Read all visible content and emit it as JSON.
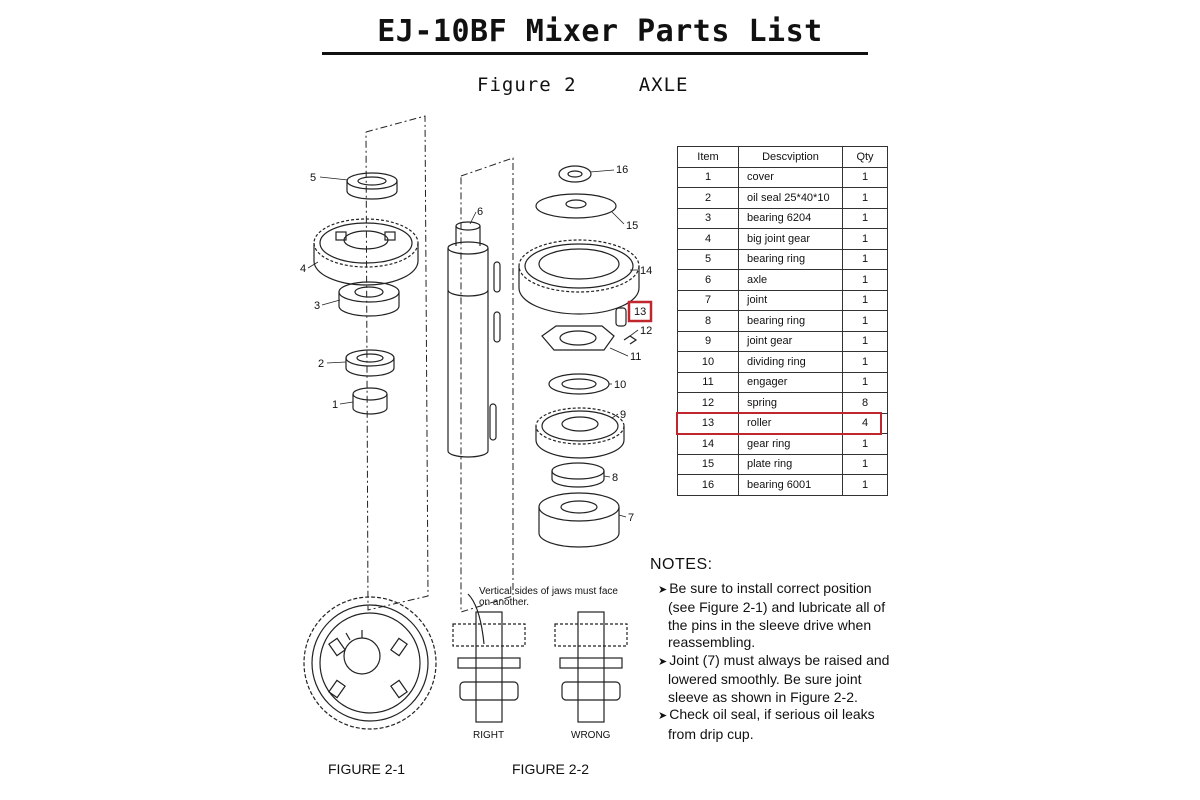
{
  "title": "EJ-10BF Mixer Parts List",
  "subtitle": "Figure 2     AXLE",
  "table": {
    "headers": [
      "Item",
      "Descviption",
      "Qty"
    ],
    "rows": [
      [
        "1",
        "cover",
        "1"
      ],
      [
        "2",
        "oil seal 25*40*10",
        "1"
      ],
      [
        "3",
        "bearing 6204",
        "1"
      ],
      [
        "4",
        "big joint gear",
        "1"
      ],
      [
        "5",
        "bearing ring",
        "1"
      ],
      [
        "6",
        "axle",
        "1"
      ],
      [
        "7",
        "joint",
        "1"
      ],
      [
        "8",
        "bearing ring",
        "1"
      ],
      [
        "9",
        "joint gear",
        "1"
      ],
      [
        "10",
        "dividing ring",
        "1"
      ],
      [
        "11",
        "engager",
        "1"
      ],
      [
        "12",
        "spring",
        "8"
      ],
      [
        "13",
        "roller",
        "4"
      ],
      [
        "14",
        "gear ring",
        "1"
      ],
      [
        "15",
        "plate ring",
        "1"
      ],
      [
        "16",
        "bearing 6001",
        "1"
      ]
    ],
    "highlight_item": "13",
    "highlight_color": "#c0262d"
  },
  "callouts": [
    "1",
    "2",
    "3",
    "4",
    "5",
    "6",
    "7",
    "8",
    "9",
    "10",
    "11",
    "12",
    "13",
    "14",
    "15",
    "16"
  ],
  "notes": {
    "heading": "NOTES:",
    "items": [
      "Be sure to install correct position (see Figure 2-1) and lubricate all of the pins in the sleeve drive when reassembling.",
      "Joint (7) must always be raised and lowered smoothly. Be sure joint sleeve as shown in Figure 2-2.",
      "Check oil seal, if serious oil leaks from drip cup."
    ]
  },
  "figures": {
    "fig1_caption": "FIGURE 2-1",
    "fig2_caption": "FIGURE 2-2",
    "jaws_note": "Vertical sides of jaws must face on another.",
    "right_label": "RIGHT",
    "wrong_label": "WRONG"
  }
}
